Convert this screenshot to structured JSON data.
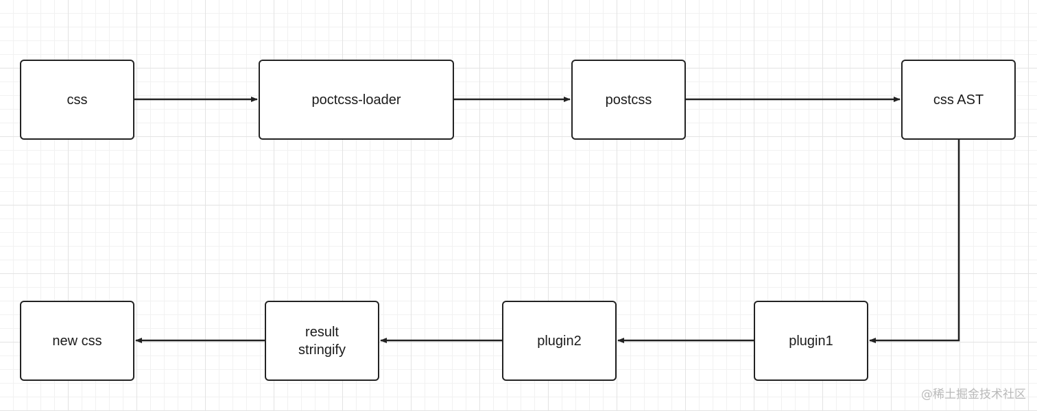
{
  "diagram": {
    "nodes": [
      {
        "id": "css",
        "label": "css"
      },
      {
        "id": "loader",
        "label": "poctcss-loader"
      },
      {
        "id": "postcss",
        "label": "postcss"
      },
      {
        "id": "ast",
        "label": "css AST"
      },
      {
        "id": "plugin1",
        "label": "plugin1"
      },
      {
        "id": "plugin2",
        "label": "plugin2"
      },
      {
        "id": "stringify",
        "label": "result\nstringify"
      },
      {
        "id": "newcss",
        "label": "new css"
      }
    ],
    "edges": [
      {
        "from": "css",
        "to": "loader"
      },
      {
        "from": "loader",
        "to": "postcss"
      },
      {
        "from": "postcss",
        "to": "ast"
      },
      {
        "from": "ast",
        "to": "plugin1"
      },
      {
        "from": "plugin1",
        "to": "plugin2"
      },
      {
        "from": "plugin2",
        "to": "stringify"
      },
      {
        "from": "stringify",
        "to": "newcss"
      }
    ]
  },
  "watermark": "@稀土掘金技术社区",
  "colors": {
    "stroke": "#222222",
    "grid_major": "#e3e3e3",
    "grid_minor": "#f1f1f1",
    "watermark": "#b9b9b9"
  }
}
